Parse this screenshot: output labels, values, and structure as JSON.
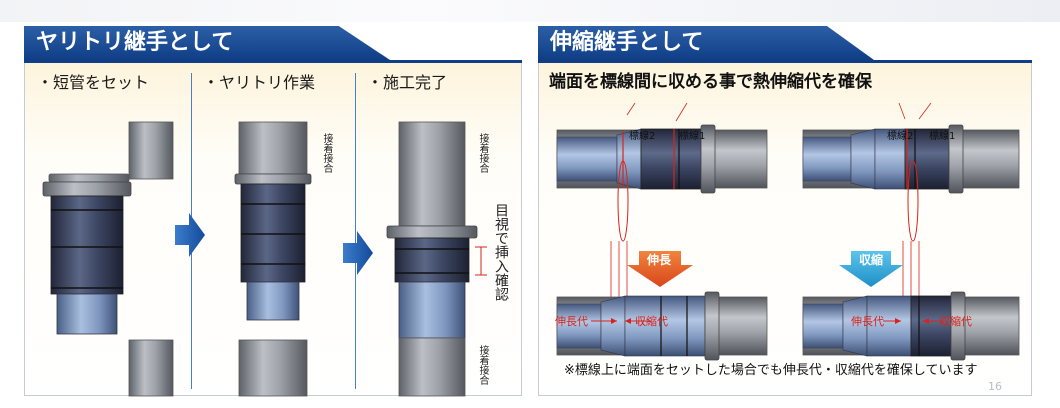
{
  "left_panel": {
    "title": "ヤリトリ継手として",
    "steps": [
      {
        "label": "・短管をセット"
      },
      {
        "label": "・ヤリトリ作業"
      },
      {
        "label": "・施工完了"
      }
    ],
    "glue_label_1": "接着接合",
    "glue_label_2": "接着接合",
    "glue_label_3": "接着接合",
    "visual_check_label": "目視で挿入確認"
  },
  "right_panel": {
    "title": "伸縮継手として",
    "subtitle": "端面を標線間に収める事で熱伸縮代を確保",
    "mark_line_2": "標線2",
    "mark_line_1": "標線1",
    "mark_line_2b": "標線2",
    "mark_line_1b": "標線1",
    "arrow_expand": "伸長",
    "arrow_contract": "収縮",
    "expansion_margin_a": "伸長代",
    "contraction_margin_a": "収縮代",
    "expansion_margin_b": "伸長代",
    "contraction_margin_b": "収縮代",
    "note": "※標線上に端面をセットした場合でも伸長代・収縮代を確保しています"
  },
  "page_number": "16",
  "colors": {
    "header_blue": "#0f3e86",
    "accent_red": "#d7241b",
    "arrow_orange": "#e85a1a",
    "arrow_cyan": "#2aa7d8"
  }
}
